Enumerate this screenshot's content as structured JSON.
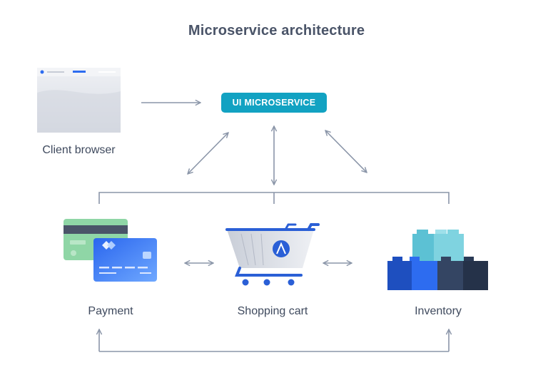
{
  "title": "Microservice architecture",
  "nodes": {
    "ui_microservice": "UI MICROSERVICE",
    "client_browser": "Client browser",
    "payment": "Payment",
    "shopping_cart": "Shopping cart",
    "inventory": "Inventory"
  },
  "colors": {
    "accent": "#12a2c2",
    "arrow": "#8a95a8",
    "text": "#4a5468",
    "card_blue": "#2d6cf0",
    "card_green": "#8fd6a6",
    "cart_blue": "#2a5fd6",
    "bricks_dark": "#344563",
    "bricks_teal": "#7fd3e0"
  }
}
